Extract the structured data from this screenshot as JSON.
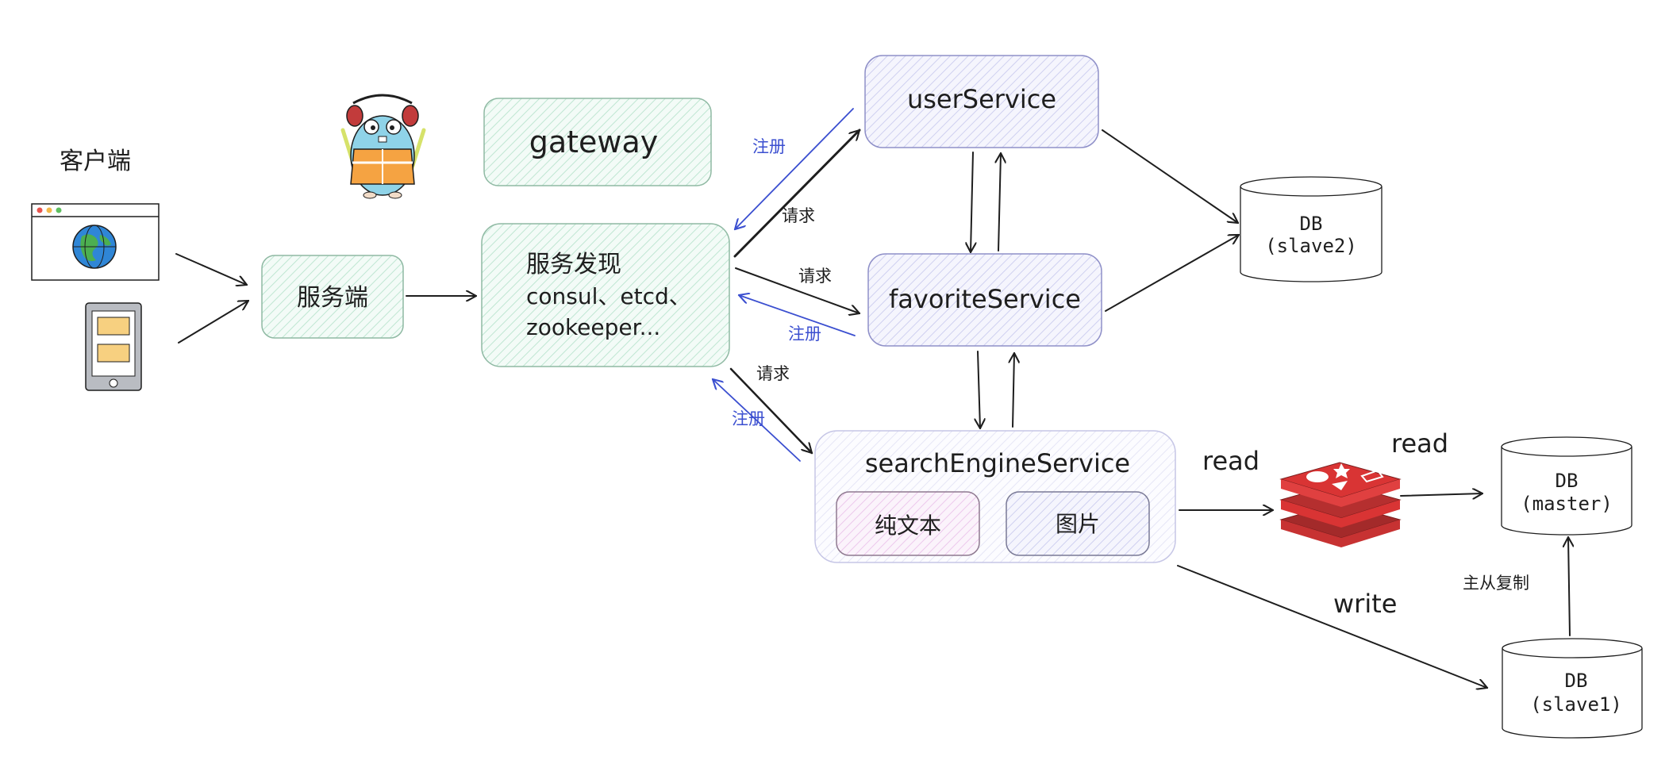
{
  "client": {
    "title": "客户端"
  },
  "server": {
    "label": "服务端"
  },
  "gateway": {
    "label": "gateway"
  },
  "discovery": {
    "title": "服务发现",
    "line2": "consul、etcd、",
    "line3": "zookeeper..."
  },
  "services": {
    "user": "userService",
    "favorite": "favoriteService",
    "search": "searchEngineService",
    "search_sub": [
      "纯文本",
      "图片"
    ]
  },
  "databases": {
    "slave2": {
      "line1": "DB",
      "line2": "(slave2)"
    },
    "master": {
      "line1": "DB",
      "line2": "(master)"
    },
    "slave1": {
      "line1": "DB",
      "line2": "(slave1)"
    }
  },
  "edge_labels": {
    "register": "注册",
    "request": "请求",
    "read": "read",
    "write": "write",
    "replication": "主从复制"
  },
  "colors": {
    "line": "#1e1e1e",
    "register_blue": "#3b4fd0",
    "green_fill": "#d3f0e3",
    "purple_fill": "#dcdcf5",
    "pink_fill": "#f0d8f0",
    "redis_red": "#d93434"
  },
  "icons": [
    "browser-globe-icon",
    "mobile-phone-icon",
    "gopher-mascot-icon",
    "redis-logo-icon"
  ]
}
